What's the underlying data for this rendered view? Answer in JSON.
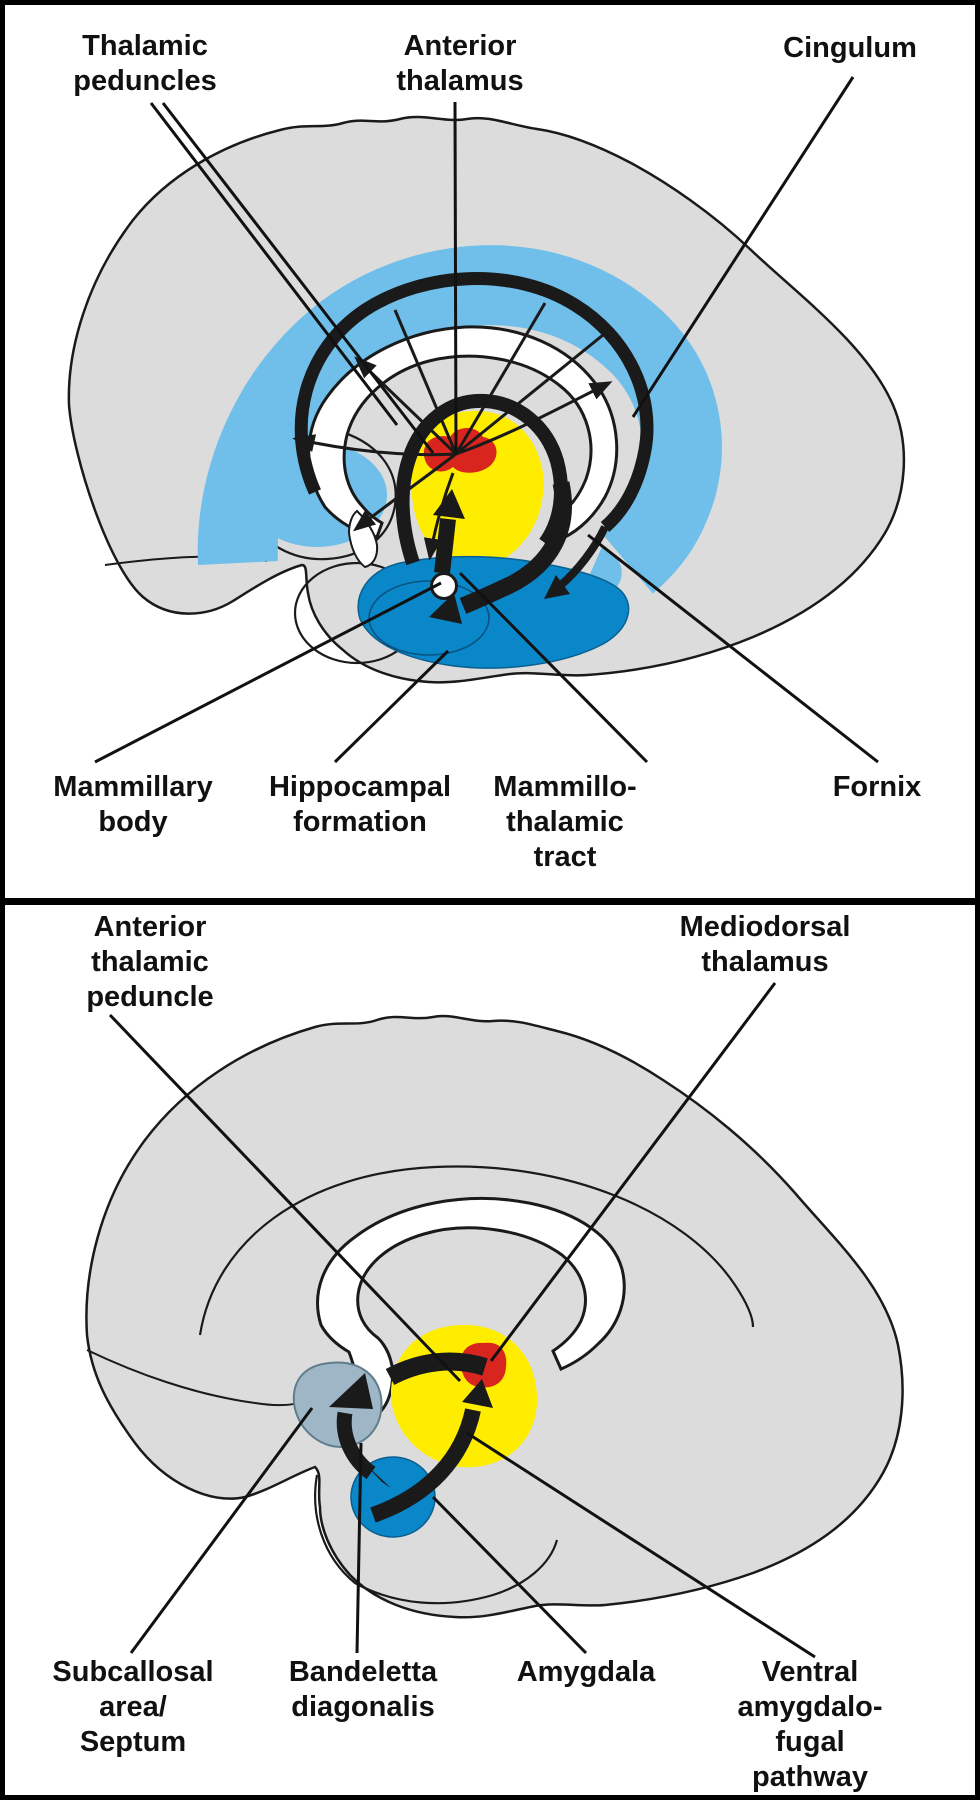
{
  "figure": {
    "type": "brain-pathway-diagram",
    "panel_count": 2,
    "colors": {
      "background": "#ffffff",
      "cortex_gray": "#dcdcdc",
      "outline_black": "#1a1a1a",
      "cingulate_blue": "#6fbfea",
      "hippocampus_amygdala_blue": "#0a87c9",
      "septum_gray_blue": "#9fb6c6",
      "thalamus_yellow": "#ffed00",
      "nucleus_red": "#d8261f",
      "white_matter": "#ffffff"
    }
  },
  "top_panel": {
    "labels": {
      "thalamic_peduncles": "Thalamic\npeduncles",
      "anterior_thalamus": "Anterior\nthalamus",
      "cingulum": "Cingulum",
      "mammillary_body": "Mammillary\nbody",
      "hippocampal_formation": "Hippocampal\nformation",
      "mammillo_thalamic_tract": "Mammillo-\nthalamic\ntract",
      "fornix": "Fornix"
    },
    "structures": [
      "cerebrum",
      "cingulate-band",
      "corpus-callosum",
      "thalamus",
      "anterior-thalamus-nucleus",
      "fornix-tract",
      "cingulum-tract",
      "hippocampal-formation",
      "mammillary-body",
      "mammillothalamic-tract",
      "thalamic-peduncle-fibers"
    ]
  },
  "bottom_panel": {
    "labels": {
      "anterior_thalamic_peduncle": "Anterior\nthalamic\npeduncle",
      "mediodorsal_thalamus": "Mediodorsal\nthalamus",
      "subcallosal_area_septum": "Subcallosal\narea/\nSeptum",
      "bandeletta_diagonalis": "Bandeletta\ndiagonalis",
      "amygdala": "Amygdala",
      "ventral_amygdalofugal_pathway": "Ventral\namygdalo-\nfugal pathway"
    },
    "structures": [
      "cerebrum",
      "corpus-callosum",
      "thalamus",
      "mediodorsal-nucleus",
      "subcallosal-septum",
      "amygdala",
      "anterior-thalamic-peduncle-arrow",
      "bandeletta-diagonalis-arrow",
      "ventral-amygdalofugal-arrow"
    ]
  }
}
